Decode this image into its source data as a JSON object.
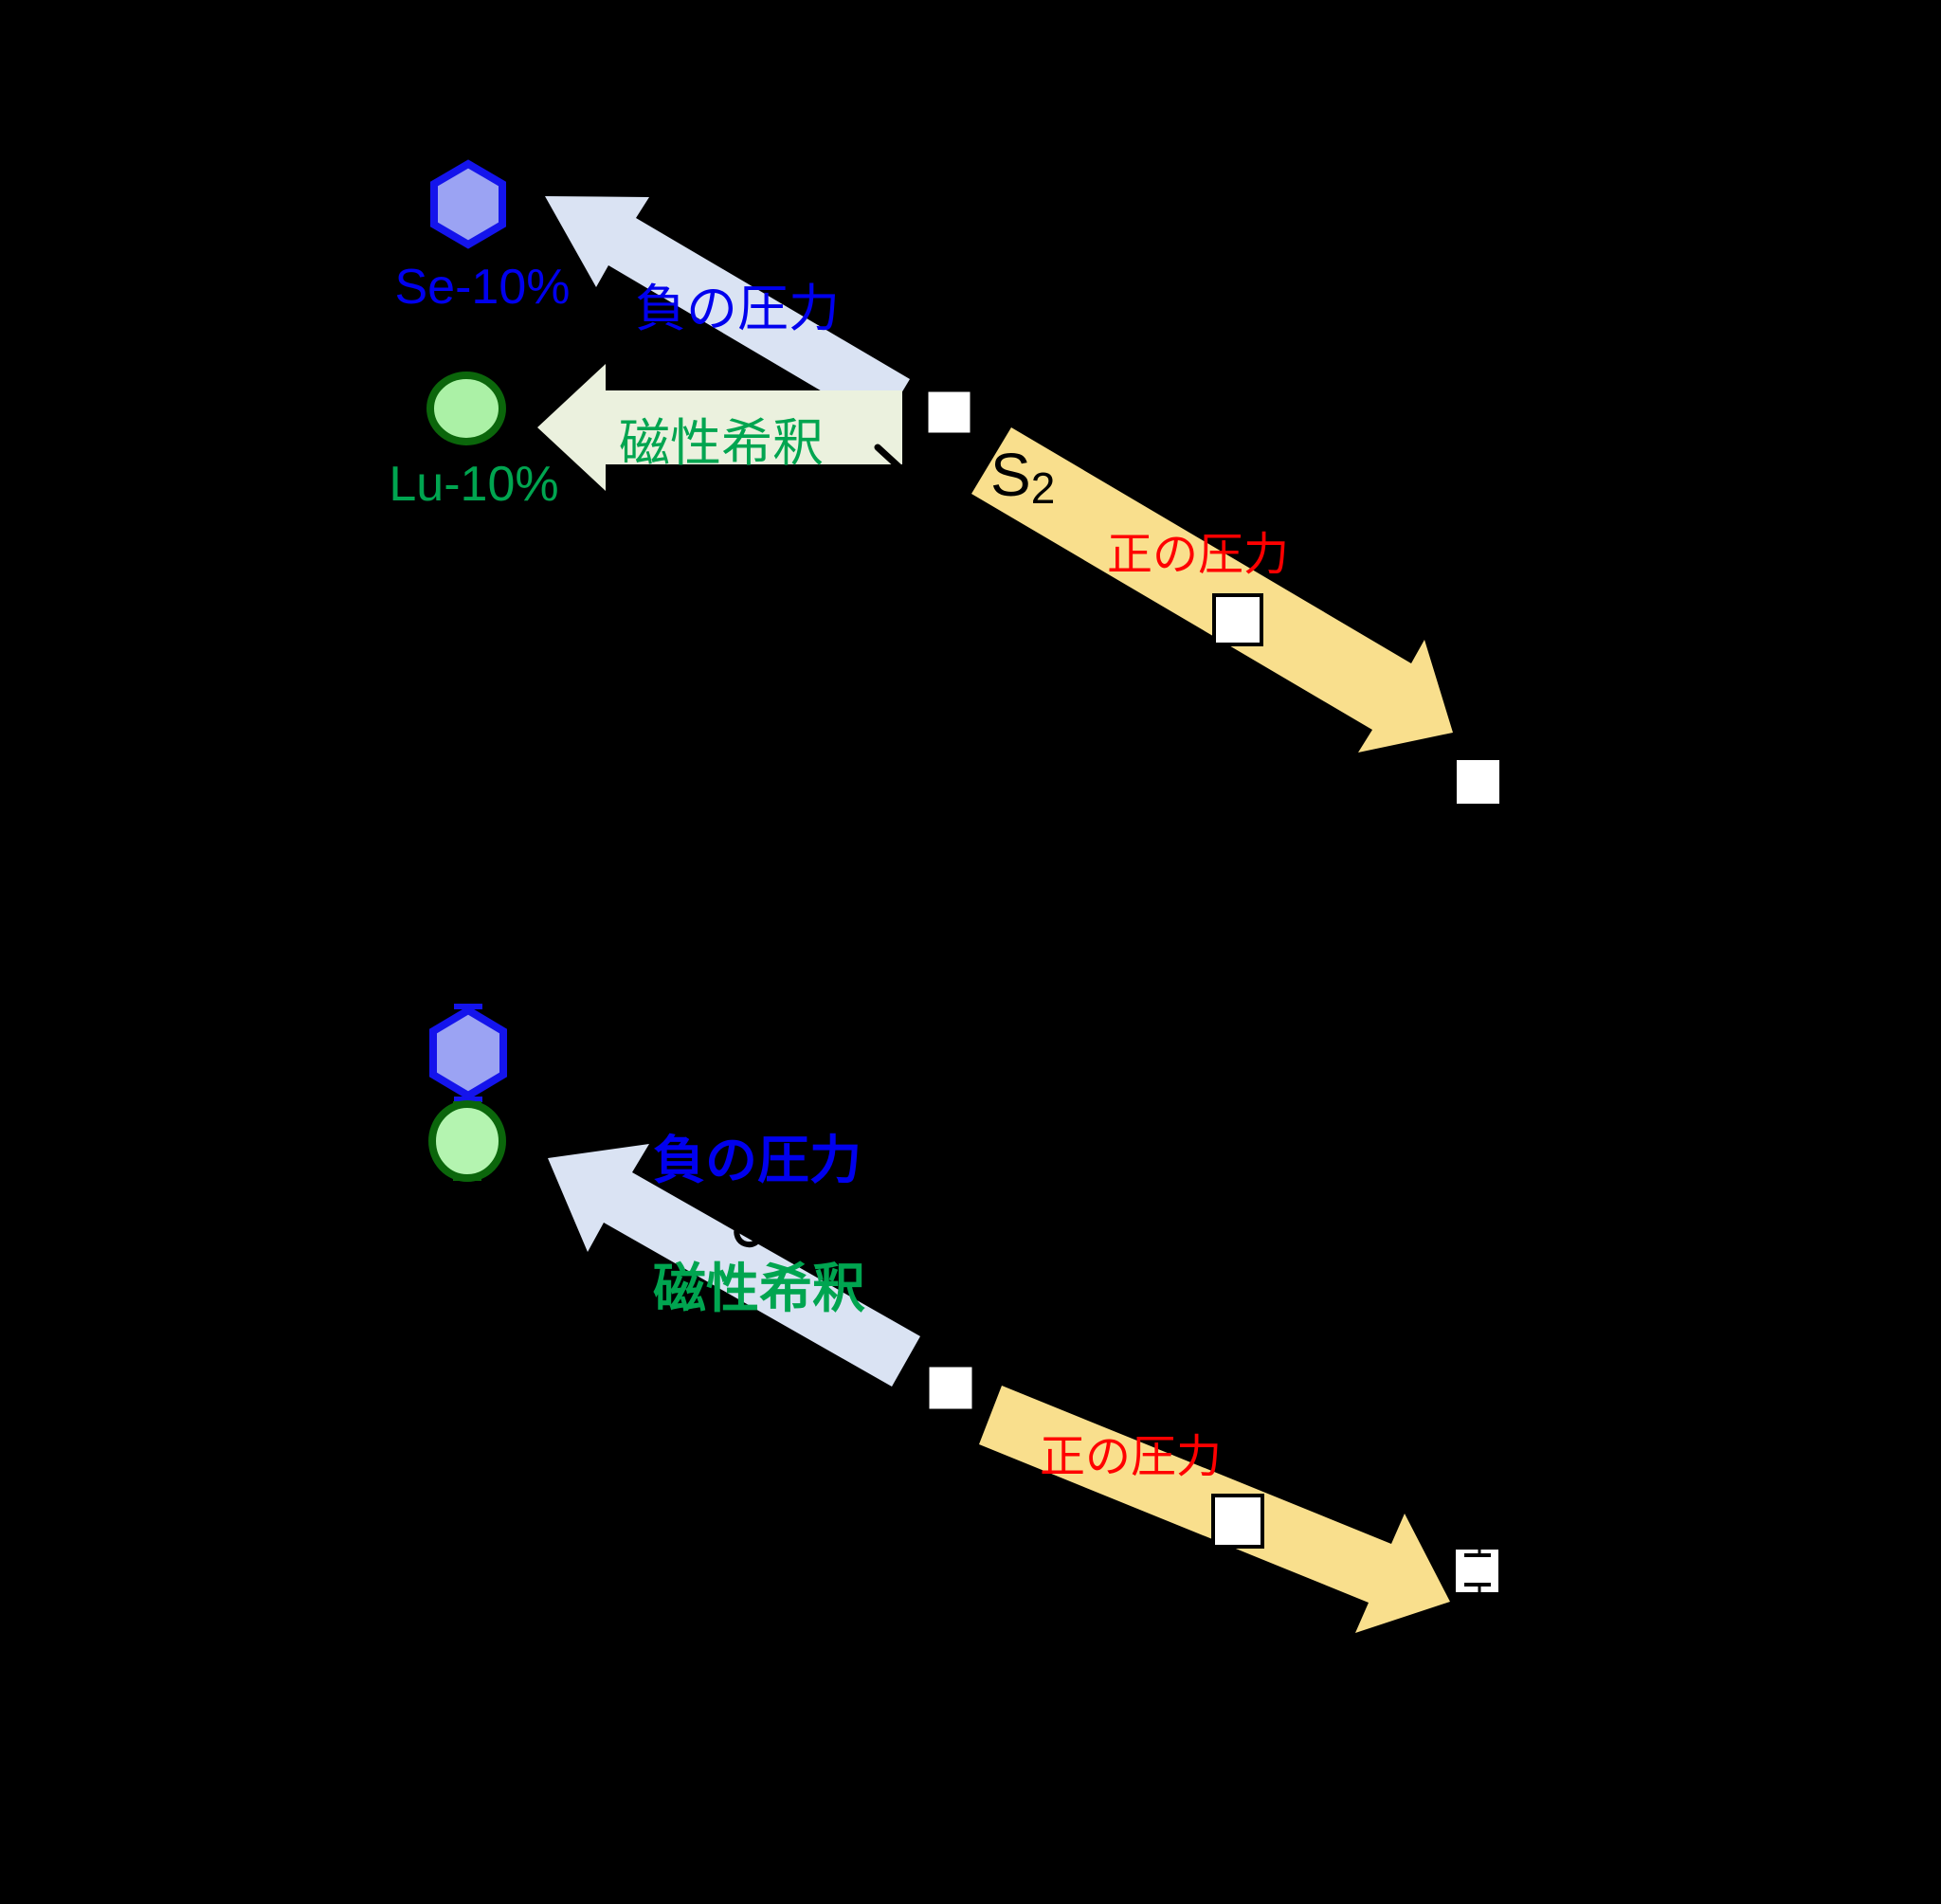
{
  "figure": {
    "description": "Two-panel pressure/dilution schematic with chemical-substitution markers and effect arrows",
    "background": "#000000"
  },
  "colors": {
    "background": "#000000",
    "arrow_negative_fill": "#dae3f3",
    "arrow_dilution_fill": "#ebf1de",
    "arrow_positive_fill": "#f9df8d",
    "hexagon_fill": "#9ba3f3",
    "hexagon_stroke": "#1414ec",
    "circle_fill_top": "#abf1a6",
    "circle_fill_bottom": "#b4f4b0",
    "circle_stroke": "#0b660b",
    "square_fill": "#ffffff",
    "square_stroke": "#000000",
    "label_blue": "#0000ee",
    "label_green": "#00a550",
    "label_red": "#ff0000",
    "label_black": "#000000"
  },
  "top_panel": {
    "se_marker_label": "Se-10%",
    "lu_marker_label": "Lu-10%",
    "negative_pressure_label": "負の圧力",
    "magnetic_dilution_label": "磁性希釈",
    "positive_pressure_label": "正の圧力",
    "formula_fragment_base": "S",
    "formula_fragment_subscript": "2"
  },
  "bottom_panel": {
    "negative_pressure_label": "負の圧力",
    "magnetic_dilution_label": "磁性希釈",
    "positive_pressure_label": "正の圧力"
  }
}
